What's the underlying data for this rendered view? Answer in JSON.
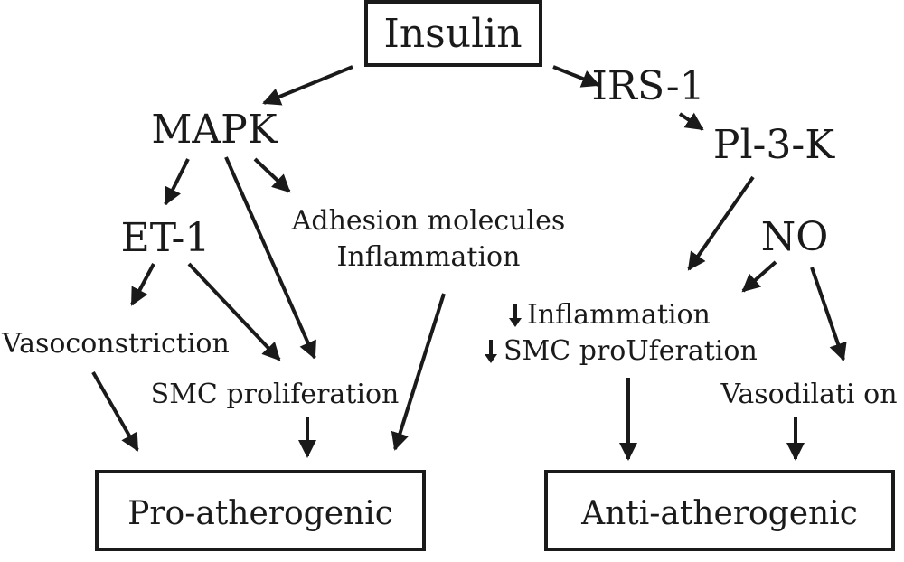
{
  "nodes": {
    "insulin": "Insulin",
    "mapk": "MAPK",
    "irs1": "IRS-1",
    "pi3k": "Pl-3-K",
    "et1": "ET-1",
    "adhesion": "Adhesion molecules",
    "inflammation": "Inflammation",
    "no": "NO",
    "vasoconstriction": "Vasoconstriction",
    "smc_pro": "SMC proliferation",
    "down_inflammation": "Inflammation",
    "down_smc": "SMC proUferation",
    "vasodilation": "Vasodilati on",
    "pro": "Pro-atherogenic",
    "anti": "Anti-atherogenic"
  }
}
